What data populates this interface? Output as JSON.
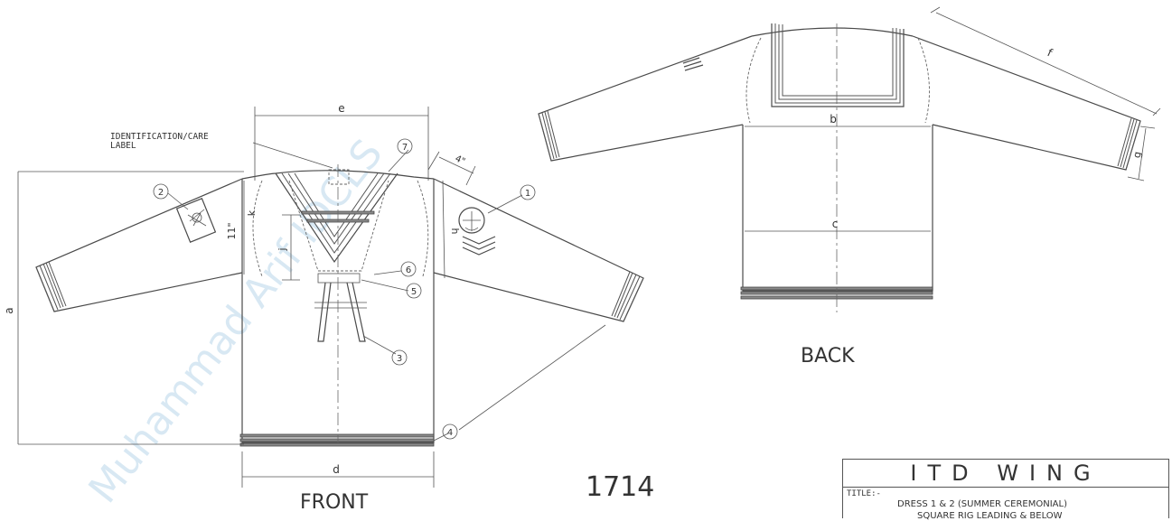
{
  "title_block": {
    "header": "ITD WING",
    "title_label": "TITLE:-",
    "title_line1": "DRESS 1 & 2 (SUMMER CEREMONIAL)",
    "title_line2": "SQUARE RIG LEADING & BELOW"
  },
  "drawing_number": "1714",
  "views": {
    "front": "FRONT",
    "back": "BACK"
  },
  "callouts": {
    "care_label_line1": "IDENTIFICATION/CARE",
    "care_label_line2": "LABEL",
    "numbers": [
      "1",
      "2",
      "3",
      "4",
      "5",
      "6",
      "7"
    ]
  },
  "dimensions": {
    "front": {
      "a": "a",
      "d": "d",
      "e": "e",
      "h": "h",
      "j": "j",
      "k": "k",
      "eleven_in": "11\"",
      "four_in": "4\""
    },
    "back": {
      "b": "b",
      "c": "c",
      "f": "f",
      "g": "g"
    }
  },
  "watermark": "Muhammad Arif IDCLS"
}
